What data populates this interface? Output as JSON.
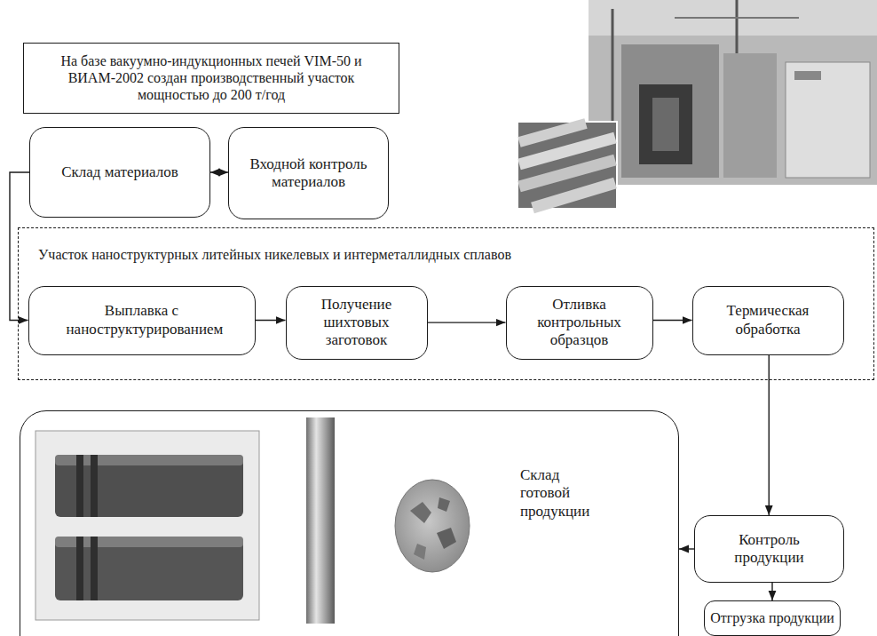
{
  "diagram": {
    "nodes": [
      {
        "text": [
          "На базе вакуумно-индукционных печей VIM-50 и ВИАМ-2002 создан производственный участок мощностью до 200 т/год"
        ]
      },
      {
        "text": [
          "Склад материалов"
        ]
      },
      {
        "text": [
          "Входной контроль материалов"
        ]
      },
      {
        "text": [
          "Участок наноструктурных литейных никелевых и интерметаллидных сплавов"
        ]
      },
      {
        "text": [
          "Выплавка с наноструктурированием"
        ],
        "in": 3
      },
      {
        "text": [
          "Получение шихтовых заготовок"
        ],
        "in": 3
      },
      {
        "text": [
          "Отливка контрольных образцов"
        ],
        "in": 3
      },
      {
        "text": [
          "Термическая обработка"
        ],
        "in": 3
      },
      {
        "text": [
          "Склад готовой продукции"
        ]
      },
      {
        "text": [
          "Контроль продукции"
        ]
      },
      {
        "text": [
          "Отгрузка продукции"
        ]
      }
    ],
    "edges": [
      {
        "from": 1,
        "to": 2,
        "arrow": "both"
      },
      {
        "from": 1,
        "to": 4,
        "arrow": "to"
      },
      {
        "from": 4,
        "to": 5,
        "arrow": "to"
      },
      {
        "from": 5,
        "to": 6,
        "arrow": "to"
      },
      {
        "from": 6,
        "to": 7,
        "arrow": "to"
      },
      {
        "from": 7,
        "to": 9,
        "arrow": "to"
      },
      {
        "from": 9,
        "to": 8,
        "arrow": "to"
      },
      {
        "from": 9,
        "to": 10,
        "arrow": "to"
      }
    ]
  }
}
